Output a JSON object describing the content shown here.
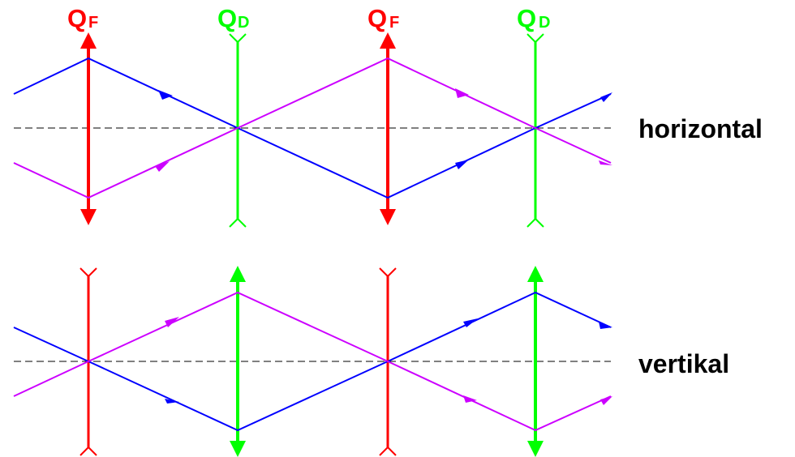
{
  "colors": {
    "focusing": "#ff0000",
    "defocusing": "#00ff00",
    "ray_a": "#0000ff",
    "ray_b": "#cc00ff",
    "axis": "#000000"
  },
  "lens_labels": [
    {
      "main": "Q",
      "sub": "F",
      "type": "focusing"
    },
    {
      "main": "Q",
      "sub": "D",
      "type": "defocusing"
    },
    {
      "main": "Q",
      "sub": "F",
      "type": "focusing"
    },
    {
      "main": "Q",
      "sub": "D",
      "type": "defocusing"
    }
  ],
  "planes": [
    {
      "label": "horizontal"
    },
    {
      "label": "vertikal"
    }
  ]
}
